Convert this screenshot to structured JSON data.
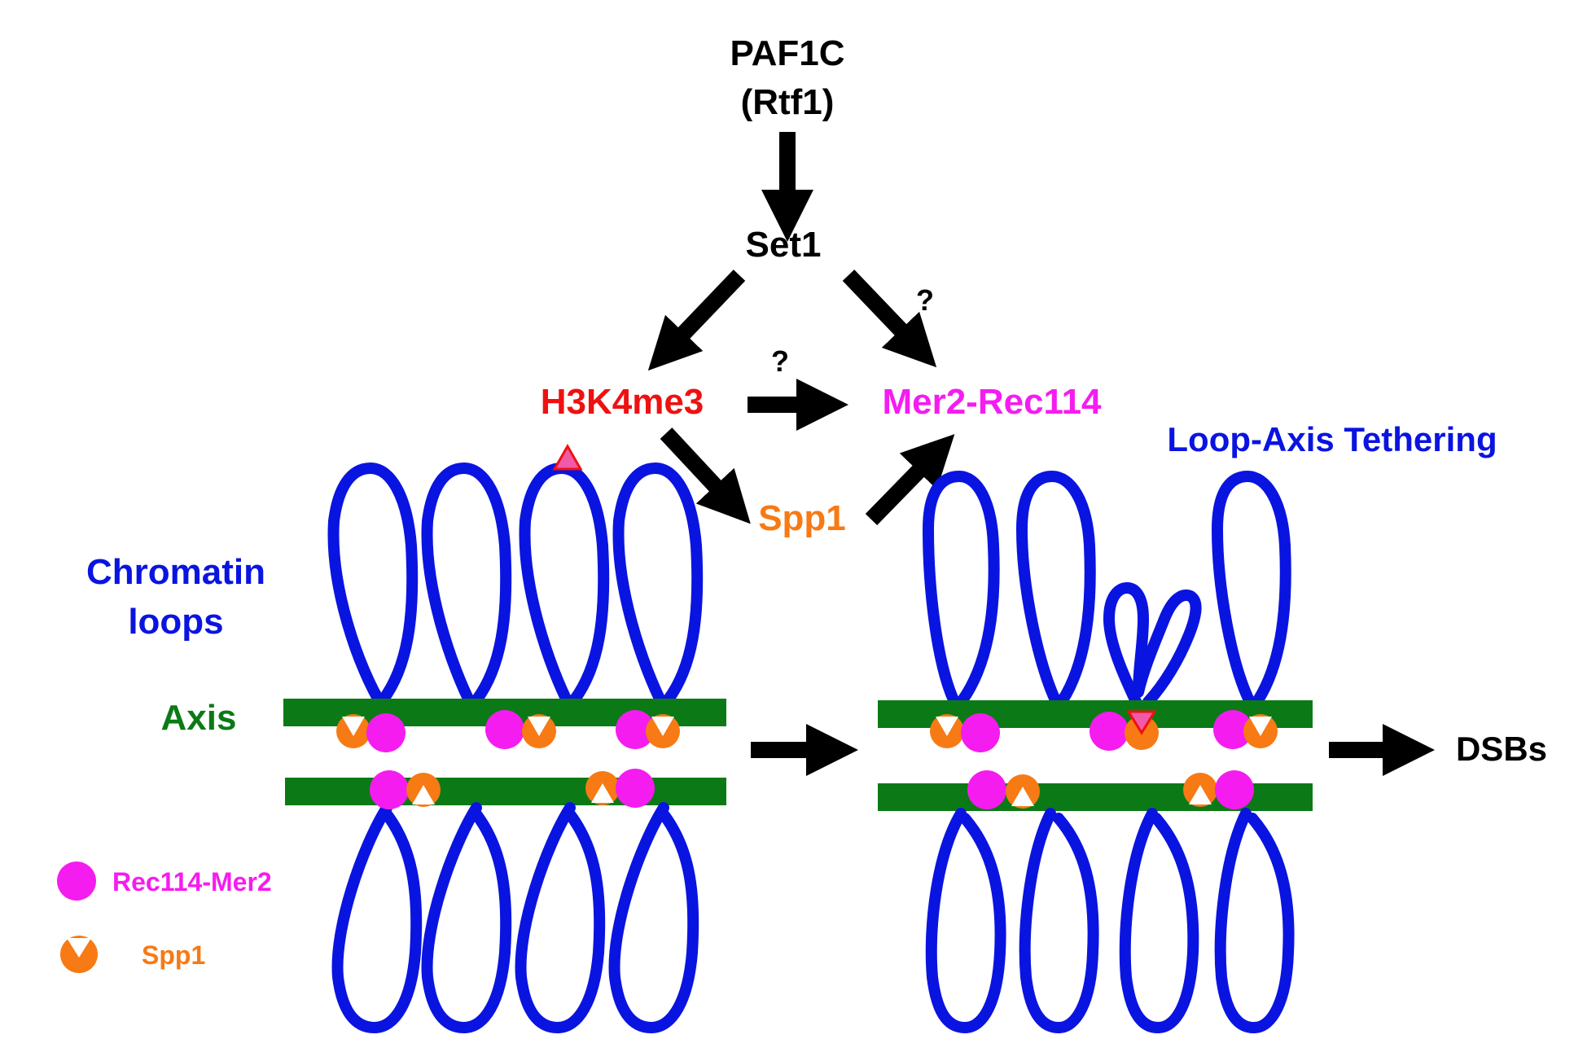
{
  "nodes": {
    "paf1c": "PAF1C",
    "rtf1": "(Rtf1)",
    "set1": "Set1",
    "h3k4me3": "H3K4me3",
    "mer2_rec114": "Mer2-Rec114",
    "spp1": "Spp1",
    "q1": "?",
    "q2": "?"
  },
  "labels": {
    "loop_axis_tethering": "Loop-Axis Tethering",
    "chromatin": "Chromatin",
    "loops": "loops",
    "axis": "Axis",
    "dsbs": "DSBs"
  },
  "legend": {
    "rec114_mer2": "Rec114-Mer2",
    "spp1": "Spp1"
  },
  "colors": {
    "black": "#000000",
    "loop_blue": "#0a14e0",
    "axis_green": "#0b7a16",
    "magenta": "#f51cf0",
    "orange": "#f77a14",
    "red": "#ee1111"
  }
}
